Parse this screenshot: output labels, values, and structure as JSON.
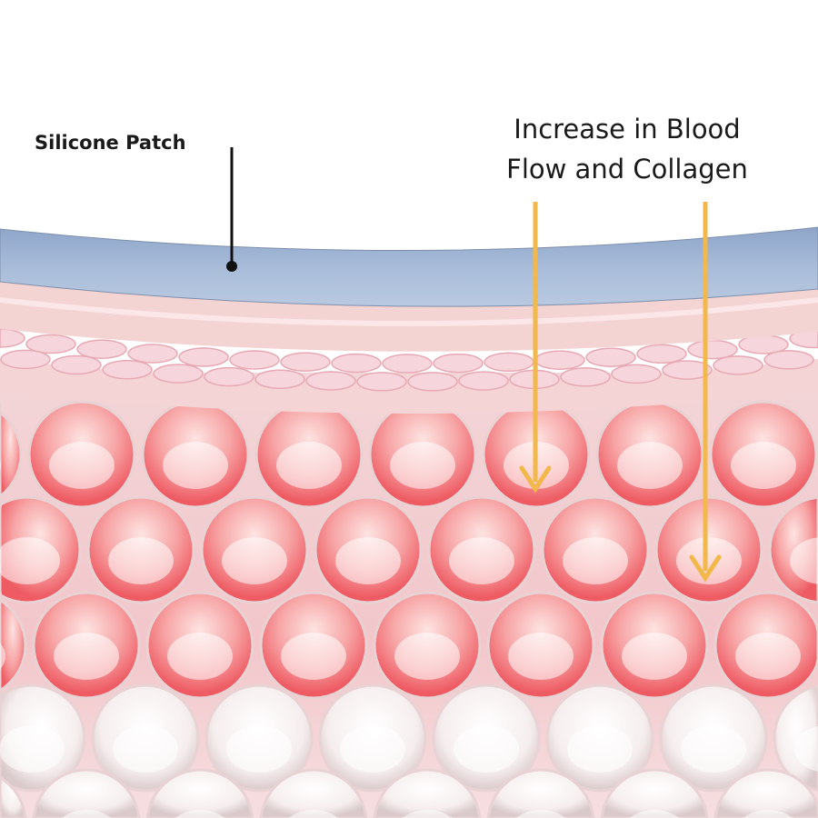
{
  "labels": {
    "silicone_patch": "Silicone Patch",
    "effect_line1": "Increase in Blood",
    "effect_line2": "Flow and Collagen"
  },
  "colors": {
    "patch": "#9fb3d3",
    "skin_top": "#f2cccc",
    "skin_cells": "#f5c9d0",
    "cell_red": "#f0646c",
    "cell_light": "#fbe3e3",
    "arrow": "#f2b84b",
    "pointer": "#111111"
  }
}
